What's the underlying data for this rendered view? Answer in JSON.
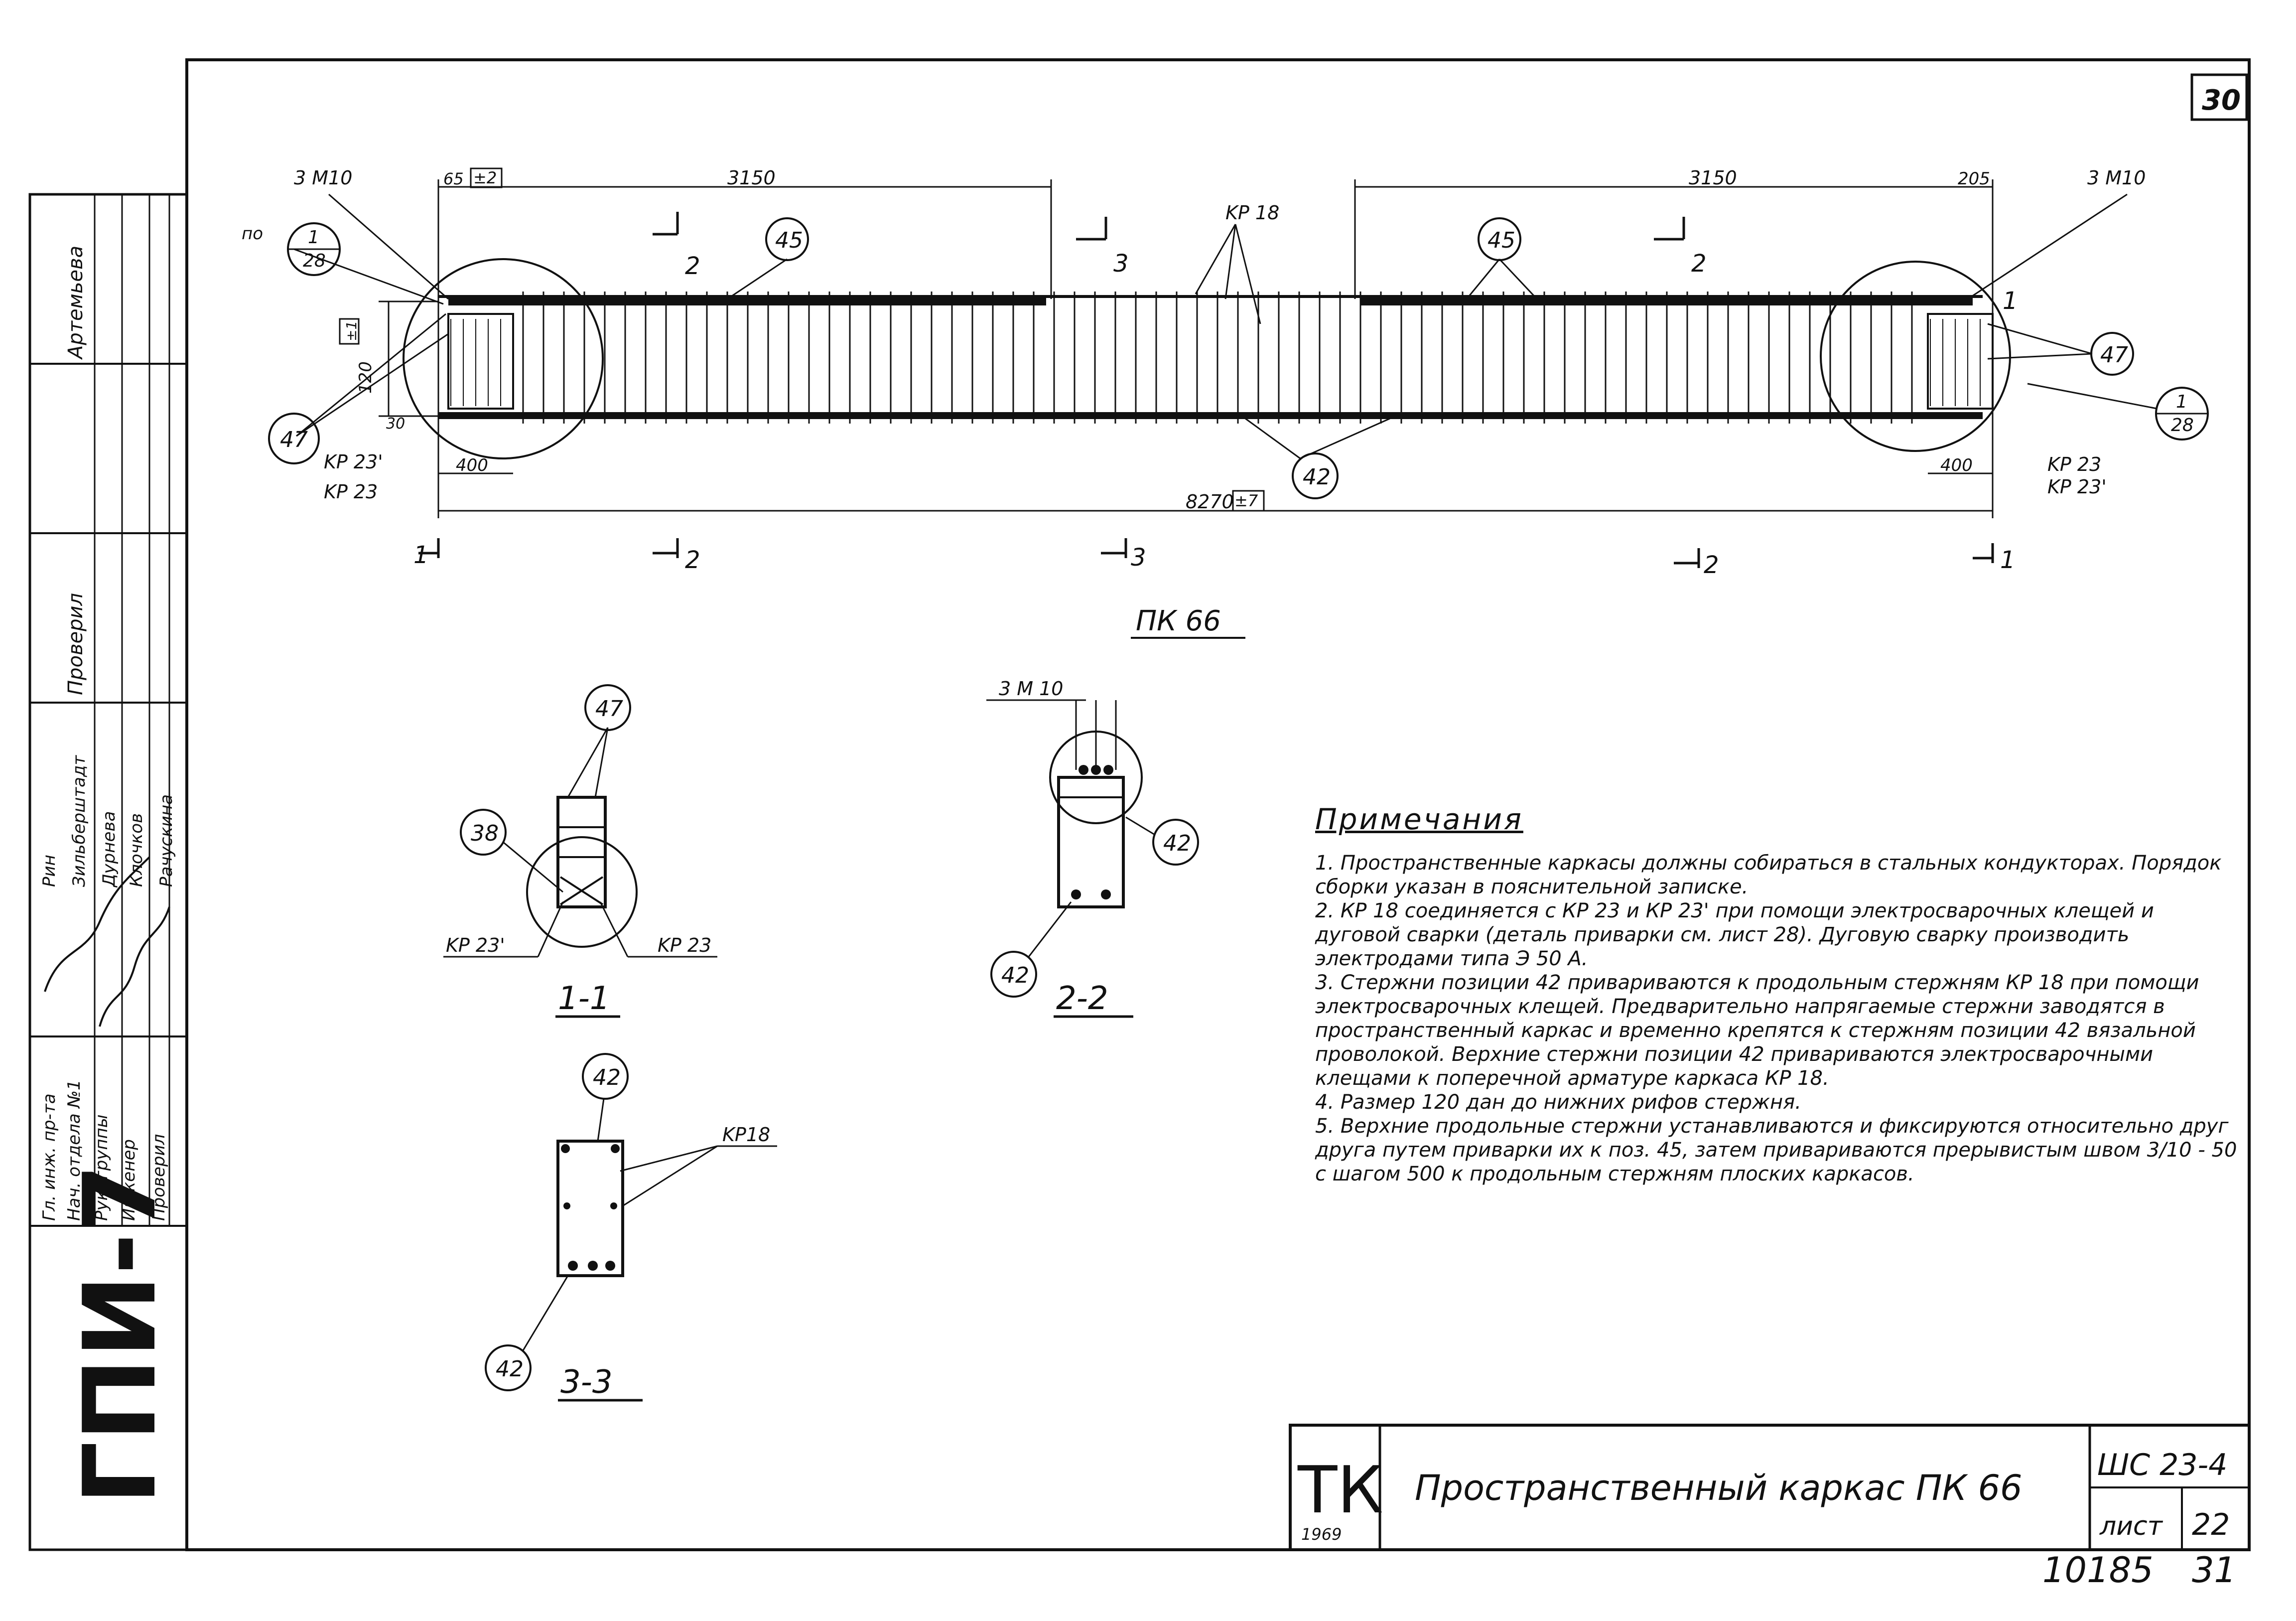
{
  "sheet": {
    "number_top": "30",
    "archive": "10185",
    "archive_page": "31",
    "side_stamp": "ГПИ-7"
  },
  "stamp": {
    "rows": [
      {
        "role": "Гл. инж. пр-та",
        "name": "Рин"
      },
      {
        "role": "Нач. отдела №1",
        "name": "Зильберштадт"
      },
      {
        "role": "Рук. группы",
        "name": "Дурнева"
      },
      {
        "role": "Инженер",
        "name": "Клочков"
      },
      {
        "role": "Проверил",
        "name": "Рачускина"
      }
    ],
    "checked_label": "Проверил",
    "author": "Артемьева"
  },
  "drawing": {
    "labels": {
      "m10_left": "3 M10",
      "m10_right": "3 M10",
      "dim_65": "65",
      "tol_65": "±2",
      "dim_3150_left": "3150",
      "dim_3150_right": "3150",
      "dim_205": "205",
      "kr18_top": "KP 18",
      "po": "по",
      "dim_120": "120",
      "tol_120": "±1",
      "dim_30": "30",
      "dim_400_left": "400",
      "dim_400_right": "400",
      "dim_8270": "8270",
      "tol_8270": "±7",
      "kr23p_left": "KP 23'",
      "kr23_left": "KP 23",
      "kr23_right": "KP 23",
      "kr23p_right": "KP 23'",
      "sec1_left": "1",
      "sec2_left": "2",
      "sec3_mid": "3",
      "sec2_right": "2",
      "sec1_right": "1",
      "sec2_top_left": "2",
      "sec3_top": "3",
      "sec2_top_right": "2",
      "sec1_top_right": "1",
      "main_title": "ПК 66",
      "m10_sec": "3 M 10",
      "kr18_sec": "KP18",
      "kr23p_sec": "KP 23'",
      "kr23_sec": "KP 23",
      "title_1_1": "1-1",
      "title_2_2": "2-2",
      "title_3_3": "3-3"
    },
    "callouts": {
      "pos45": "45",
      "pos47": "47",
      "pos42": "42",
      "pos38": "38",
      "detail_num": "1",
      "detail_sheet": "28"
    }
  },
  "notes": {
    "heading": "Примечания",
    "items": [
      "1. Пространственные каркасы должны собираться в стальных кондукторах. Порядок сборки указан в пояснительной записке.",
      "2. КР 18 соединяется с КР 23 и КР 23' при помощи электросварочных клещей и дуговой сварки (деталь приварки см. лист 28). Дуговую сварку производить электродами типа Э 50 А.",
      "3. Стержни позиции 42 привариваются к продольным стержням КР 18 при помощи электросварочных клещей. Предварительно напрягаемые стержни заводятся в пространственный каркас и временно крепятся к стержням позиции 42 вязальной проволокой. Верхние стержни позиции 42 привариваются электросварочными клещами к поперечной арматуре каркаса КР 18.",
      "4. Размер 120 дан до нижних рифов стержня.",
      "5. Верхние продольные стержни устанавливаются и фиксируются относительно друг друга путем приварки их к поз. 45, затем привариваются прерывистым швом 3/10 - 50 с шагом 500 к продольным стержням плоских каркасов."
    ]
  },
  "title_block": {
    "logo": "ТК",
    "year": "1969",
    "title": "Пространственный каркас ПК 66",
    "series": "ШС 23-4",
    "sheet_label": "лист",
    "sheet_no": "22"
  }
}
